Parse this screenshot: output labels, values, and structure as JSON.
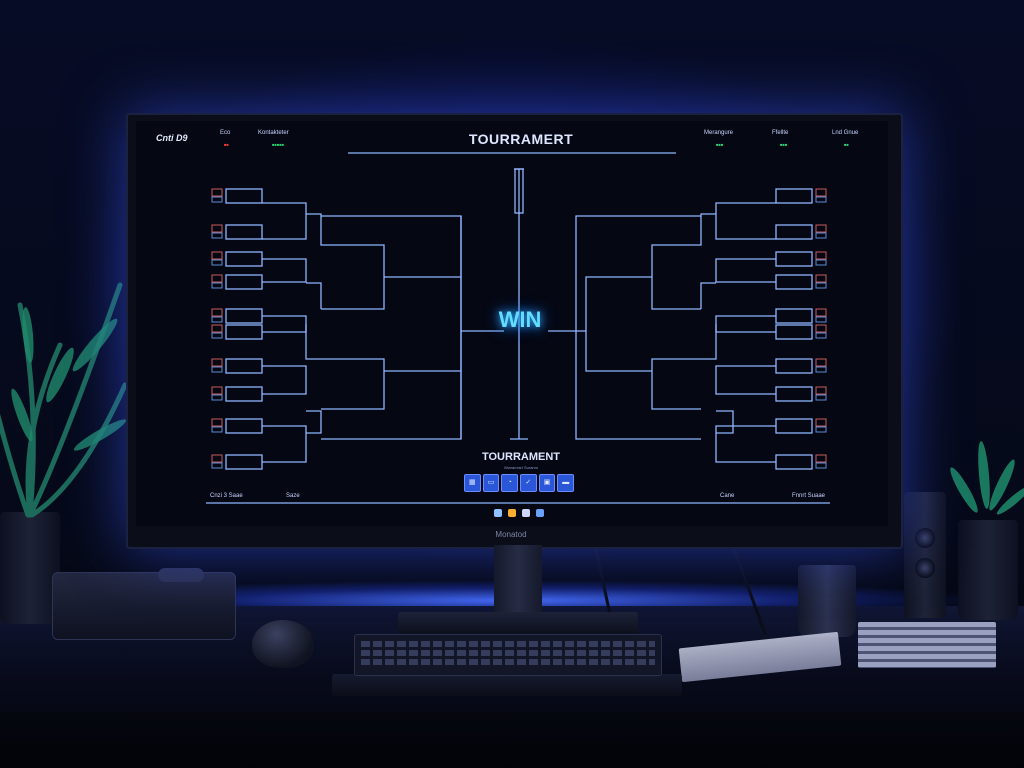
{
  "screen": {
    "logo_text": "Cnti D9",
    "header_left": [
      {
        "label": "Eco",
        "value": "■■",
        "value_color": "#ff3b3b"
      },
      {
        "label": "Kontakteter",
        "value": "■■■■■",
        "value_color": "#2bd36b"
      }
    ],
    "title": "TOURRAMERT",
    "header_right": [
      {
        "label": "Merangure",
        "value": "■■■",
        "value_color": "#2bd36b"
      },
      {
        "label": "Ffellte",
        "value": "■■■",
        "value_color": "#2bd36b"
      },
      {
        "label": "Lnd Gnue",
        "value": "■■",
        "value_color": "#2bd36b"
      }
    ],
    "win_label": "WIN",
    "bottom_title": "TOURRAMENT",
    "bottom_subtitle": "Wwrarrrart Suranrs",
    "buttons": [
      {
        "icon": "grid-icon",
        "glyph": "▦"
      },
      {
        "icon": "folder-icon",
        "glyph": "▭"
      },
      {
        "icon": "chat-icon",
        "glyph": "◔"
      },
      {
        "icon": "check-icon",
        "glyph": "✓"
      },
      {
        "icon": "image-icon",
        "glyph": "▣"
      },
      {
        "icon": "share-icon",
        "glyph": "▬"
      }
    ],
    "footer_left": [
      "Cnzi 3 Saae",
      "Saze"
    ],
    "footer_right": [
      "Cane",
      "Fnnrt Suaae"
    ],
    "taskbar_icons": [
      {
        "icon": "browser-icon",
        "color": "#8fc0ff"
      },
      {
        "icon": "folder-icon",
        "color": "#ffb02e"
      },
      {
        "icon": "mail-icon",
        "color": "#cfd6ff"
      },
      {
        "icon": "window-icon",
        "color": "#6aa0ff"
      }
    ],
    "accent_color": "#6fd5ff",
    "bracket_color": "#8fb4ff"
  },
  "monitor": {
    "brand": "Monatod"
  },
  "room": {
    "backlight_color": "#2f55ff",
    "objects": [
      "left-plant",
      "game-console",
      "controller",
      "mouse",
      "keyboard",
      "monitor-stand",
      "cup",
      "papers",
      "book-stack",
      "speaker",
      "right-plant"
    ]
  }
}
